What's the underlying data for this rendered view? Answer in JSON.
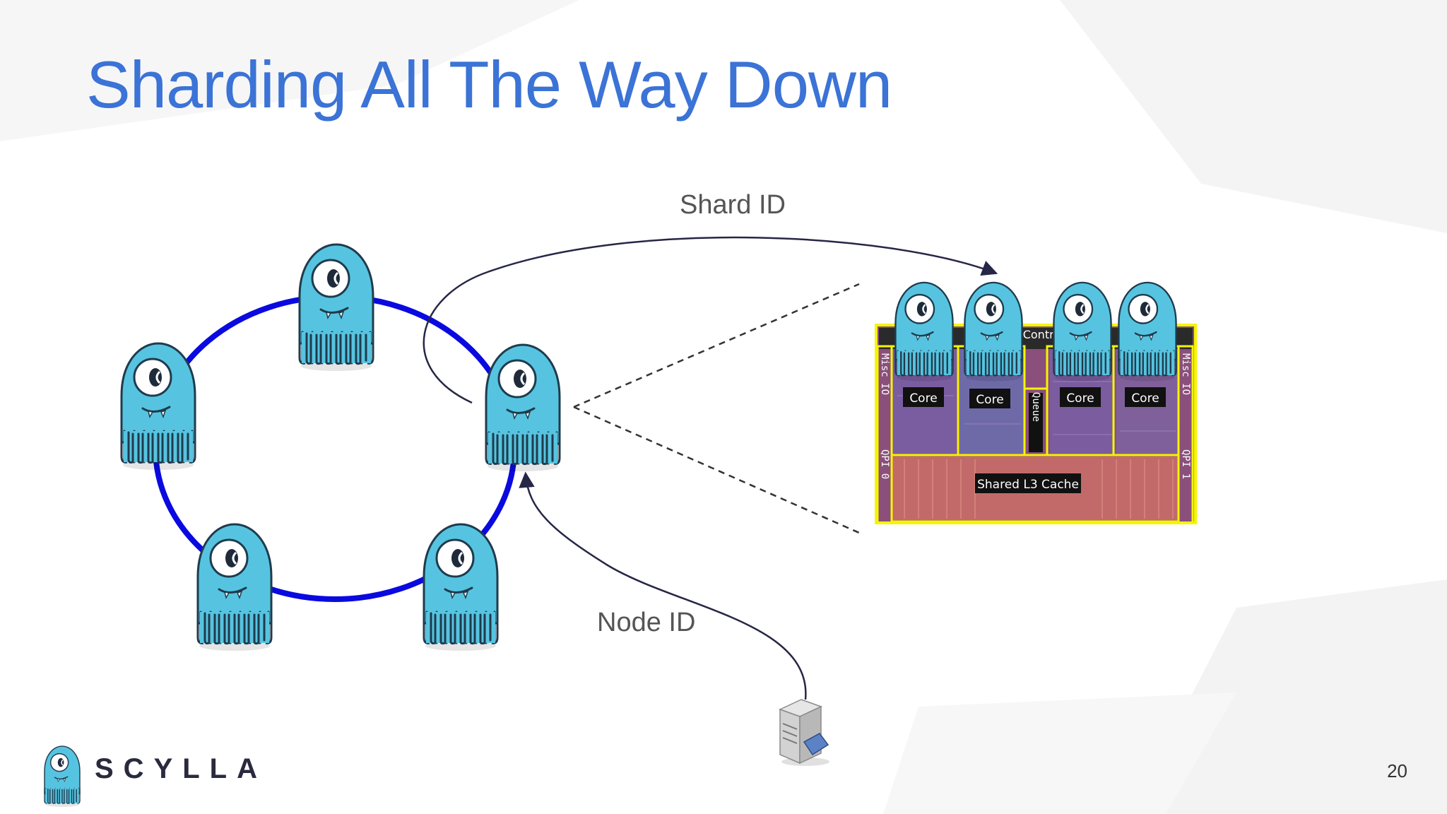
{
  "slide": {
    "title": "Sharding All The Way Down",
    "page_number": "20"
  },
  "diagram": {
    "shard_label": "Shard ID",
    "node_label": "Node ID",
    "ring_color": "#0a0ae0",
    "ring_nodes": 5,
    "cpu": {
      "memory_controller": "Memory Controller",
      "cores": [
        "Core",
        "Core",
        "Core",
        "Core"
      ],
      "queue": "Queue",
      "cache": "Shared L3 Cache",
      "left_labels": [
        "Misc IO",
        "QPI 0"
      ],
      "right_labels": [
        "Misc IO",
        "QPI 1"
      ],
      "outline_color": "#f5f500"
    },
    "mascot_color": "#56c4e0",
    "server_icon": "server-icon"
  },
  "brand": {
    "name": "SCYLLA",
    "title_color": "#3b73d6"
  }
}
